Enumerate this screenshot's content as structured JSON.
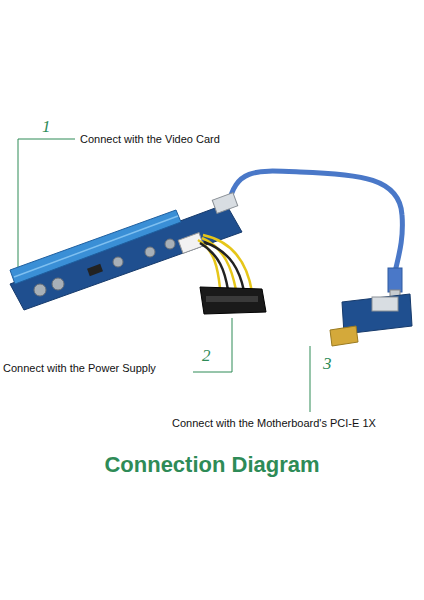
{
  "diagram": {
    "title": "Connection Diagram",
    "labels": [
      "1",
      "Connect with the Video Card",
      "2",
      "Connect with the Power Supply",
      "3",
      "Connect with the Motherboard's PCI-E 1X"
    ]
  }
}
